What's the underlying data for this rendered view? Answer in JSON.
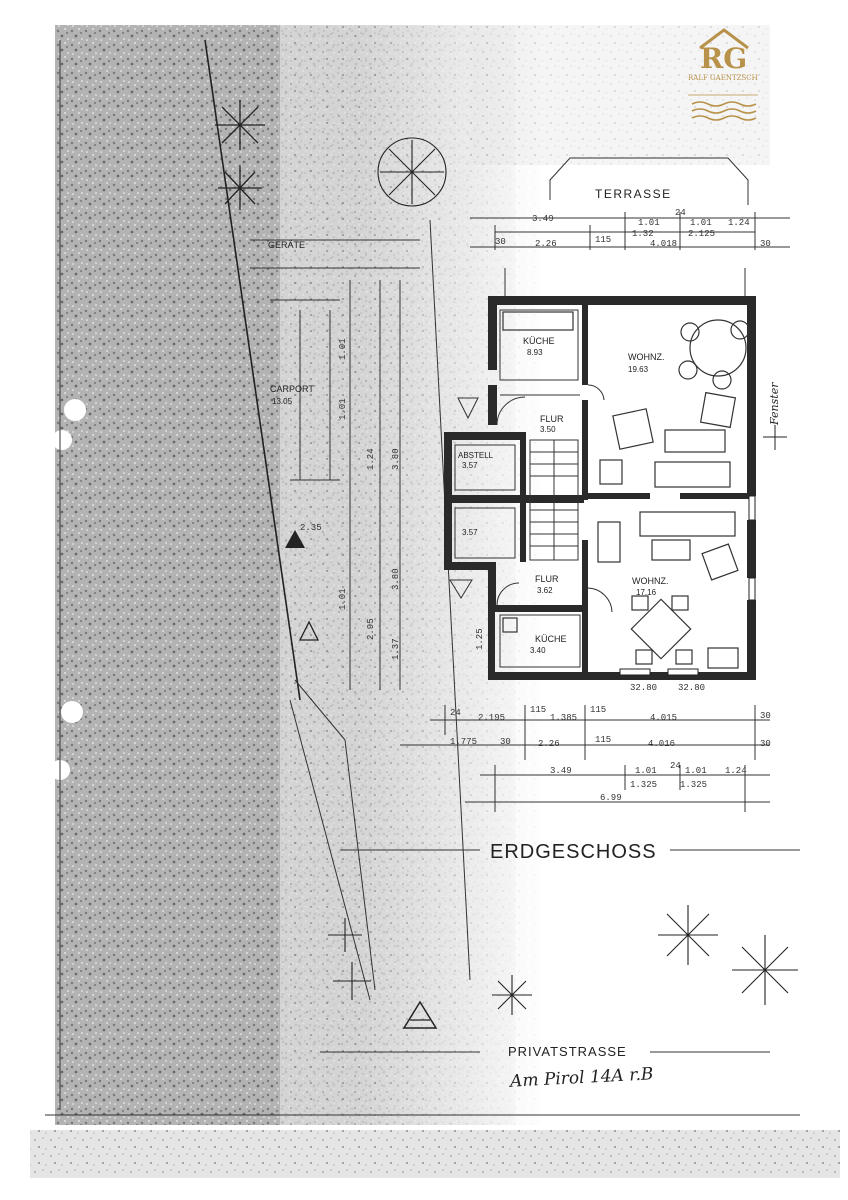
{
  "plan": {
    "title": "ERDGESCHOSS",
    "street": "PRIVATSTRASSE",
    "address": "Am Pirol 14A r.B"
  },
  "logo": {
    "brand": "RALF GAENTZSCH",
    "monogram": "RG",
    "color": "#b8924a"
  },
  "rooms": {
    "terrasse": "TERRASSE",
    "carport": "CARPORT",
    "carport_area": "13.05",
    "geraete": "GERÄTE",
    "kueche_top": "KÜCHE",
    "kueche_top_area": "8.93",
    "wohnz_top": "WOHNZ.",
    "wohnz_top_area": "19.63",
    "flur_top": "FLUR",
    "flur_top_area": "3.50",
    "abstell_top": "ABSTELL",
    "abstell_top_area": "3.57",
    "abstell_bottom_area": "3.57",
    "flur_bottom": "FLUR",
    "flur_bottom_area": "3.62",
    "kueche_bottom": "KÜCHE",
    "kueche_bottom_area": "3.40",
    "wohnz_bottom": "WOHNZ.",
    "wohnz_bottom_area": "17.16",
    "fenster": "Fenster"
  },
  "dims_top": {
    "row1": [
      "3.49",
      "1.01",
      "1.01",
      "1.24"
    ],
    "row1b": [
      "1.32",
      "2.125"
    ],
    "row2": [
      "30",
      "2.26",
      "115",
      "4.018",
      "30"
    ],
    "mid": "24"
  },
  "dims_bottom": {
    "row1": [
      "24",
      "2.195",
      "115",
      "1.385",
      "115",
      "4.015",
      "30"
    ],
    "row2": [
      "1.775",
      "30",
      "2.26",
      "115",
      "4.016",
      "30"
    ],
    "row3": [
      "3.49",
      "1.01",
      "24",
      "1.01",
      "1.24"
    ],
    "row3b": [
      "1.325",
      "1.325"
    ],
    "row4": "6.99",
    "windows": [
      "32.80",
      "32.80"
    ]
  },
  "dims_left": [
    "2.35",
    "1.01",
    "1.01",
    "1.01",
    "2.95",
    "1.24",
    "3.80",
    "3.80",
    "1.25",
    "1.37"
  ]
}
